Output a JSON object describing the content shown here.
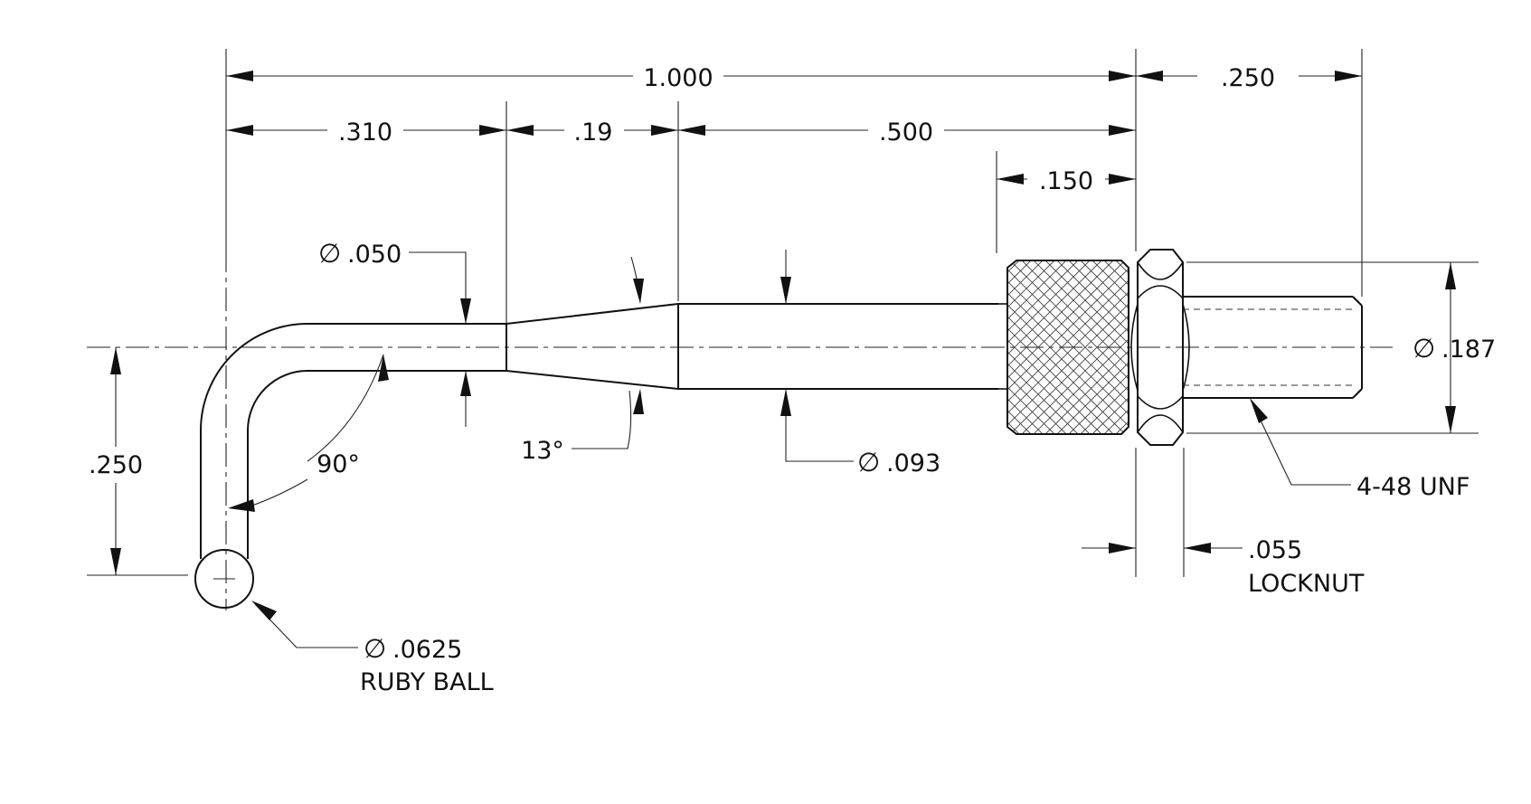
{
  "colors": {
    "ink": "#111111",
    "background": "#ffffff"
  },
  "dimensions": {
    "overall": "1.000",
    "thread_length": ".250",
    "segment_1": ".310",
    "segment_2": ".19",
    "segment_3": ".500",
    "knurl_width": ".150",
    "stem_diameter": ".050",
    "shank_diameter": ".093",
    "thread_diameter": ".187",
    "drop_height": ".250",
    "bend_angle": "90°",
    "taper_angle": "13°",
    "ball_diameter": ".0625",
    "locknut_width": ".055"
  },
  "labels": {
    "diameter_symbol": "∅",
    "ruby_ball": "RUBY BALL",
    "thread_spec": "4-48 UNF",
    "locknut": "LOCKNUT"
  }
}
